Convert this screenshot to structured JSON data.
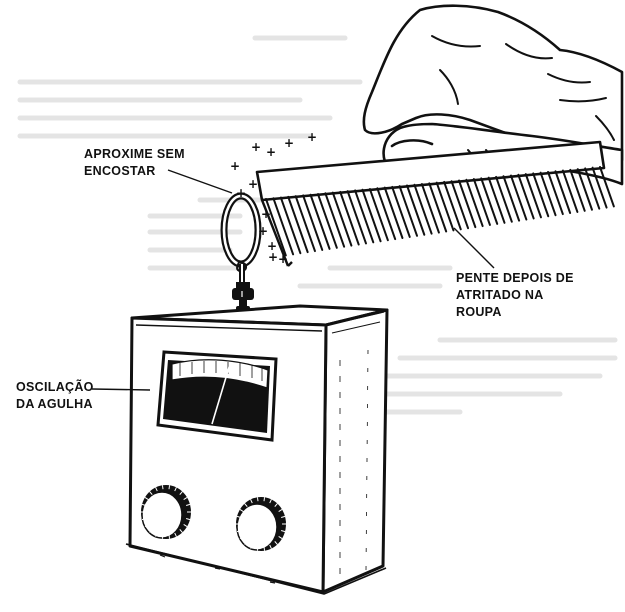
{
  "labels": {
    "approach": [
      "APROXIME SEM",
      "ENCOSTAR"
    ],
    "comb": [
      "PENTE DEPOIS DE",
      "ATRITADO NA",
      "ROUPA"
    ],
    "needle": [
      "OSCILAÇÃO",
      "DA AGULHA"
    ]
  },
  "charge_symbol": "+"
}
